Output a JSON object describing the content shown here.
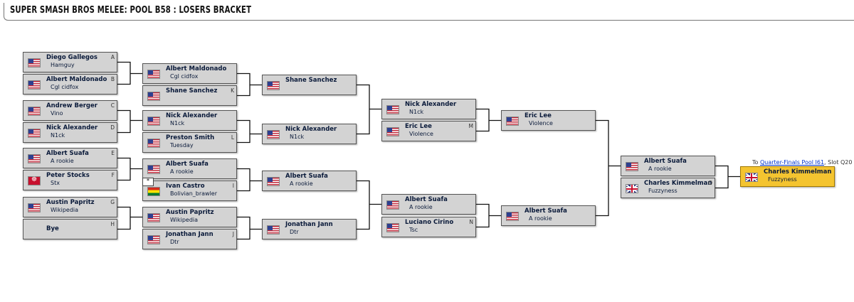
{
  "page": {
    "title": "SUPER SMASH BROS MELEE: POOL B58 : LOSERS BRACKET"
  },
  "link": {
    "prefix": "To ",
    "text": "Quarter-Finals Pool I61",
    "suffix": ", Slot Q20"
  },
  "notes_badge": "*",
  "slots": [
    {
      "name": "Diego Gallegos",
      "tag": "Hamguy",
      "letter": "A",
      "flag": "us"
    },
    {
      "name": "Albert Maldonado",
      "tag": "Cgl cidfox",
      "letter": "B",
      "flag": "us"
    },
    {
      "name": "Andrew Berger",
      "tag": "Vino",
      "letter": "C",
      "flag": "us"
    },
    {
      "name": "Nick Alexander",
      "tag": "N1ck",
      "letter": "D",
      "flag": "us"
    },
    {
      "name": "Albert Suafa",
      "tag": "A rookie",
      "letter": "E",
      "flag": "us"
    },
    {
      "name": "Peter Stocks",
      "tag": "Stx",
      "letter": "F",
      "flag": "im"
    },
    {
      "name": "Austin Papritz",
      "tag": "Wikipedia",
      "letter": "G",
      "flag": "us"
    },
    {
      "name": "Bye",
      "tag": "",
      "letter": "H",
      "flag": ""
    },
    {
      "name": "Albert Maldonado",
      "tag": "Cgl cidfox",
      "letter": "",
      "flag": "us"
    },
    {
      "name": "Shane Sanchez",
      "tag": "",
      "letter": "K",
      "flag": "us"
    },
    {
      "name": "Nick Alexander",
      "tag": "N1ck",
      "letter": "",
      "flag": "us"
    },
    {
      "name": "Preston Smith",
      "tag": "Tuesday",
      "letter": "L",
      "flag": "us"
    },
    {
      "name": "Albert Suafa",
      "tag": "A rookie",
      "letter": "",
      "flag": "us"
    },
    {
      "name": "Ivan Castro",
      "tag": "Bolivian_brawler",
      "letter": "I",
      "flag": "bo"
    },
    {
      "name": "Austin Papritz",
      "tag": "Wikipedia",
      "letter": "",
      "flag": "us"
    },
    {
      "name": "Jonathan Jann",
      "tag": "Dtr",
      "letter": "J",
      "flag": "us"
    },
    {
      "name": "Shane Sanchez",
      "tag": "",
      "letter": "",
      "flag": "us"
    },
    {
      "name": "Nick Alexander",
      "tag": "N1ck",
      "letter": "",
      "flag": "us"
    },
    {
      "name": "Albert Suafa",
      "tag": "A rookie",
      "letter": "",
      "flag": "us"
    },
    {
      "name": "Jonathan Jann",
      "tag": "Dtr",
      "letter": "",
      "flag": "us"
    },
    {
      "name": "Nick Alexander",
      "tag": "N1ck",
      "letter": "",
      "flag": "us"
    },
    {
      "name": "Eric Lee",
      "tag": "Violence",
      "letter": "M",
      "flag": "us"
    },
    {
      "name": "Albert Suafa",
      "tag": "A rookie",
      "letter": "",
      "flag": "us"
    },
    {
      "name": "Luciano Cirino",
      "tag": "Tsc",
      "letter": "N",
      "flag": "us"
    },
    {
      "name": "Eric Lee",
      "tag": "Violence",
      "letter": "",
      "flag": "us"
    },
    {
      "name": "Albert Suafa",
      "tag": "A rookie",
      "letter": "",
      "flag": "us"
    },
    {
      "name": "Albert Suafa",
      "tag": "A rookie",
      "letter": "",
      "flag": "us"
    },
    {
      "name": "Charles Kimmelman",
      "tag": "Fuzzyness",
      "letter": "O",
      "flag": "gb"
    },
    {
      "name": "Charles Kimmelman",
      "tag": "Fuzzyness",
      "letter": "",
      "flag": "gb"
    }
  ]
}
